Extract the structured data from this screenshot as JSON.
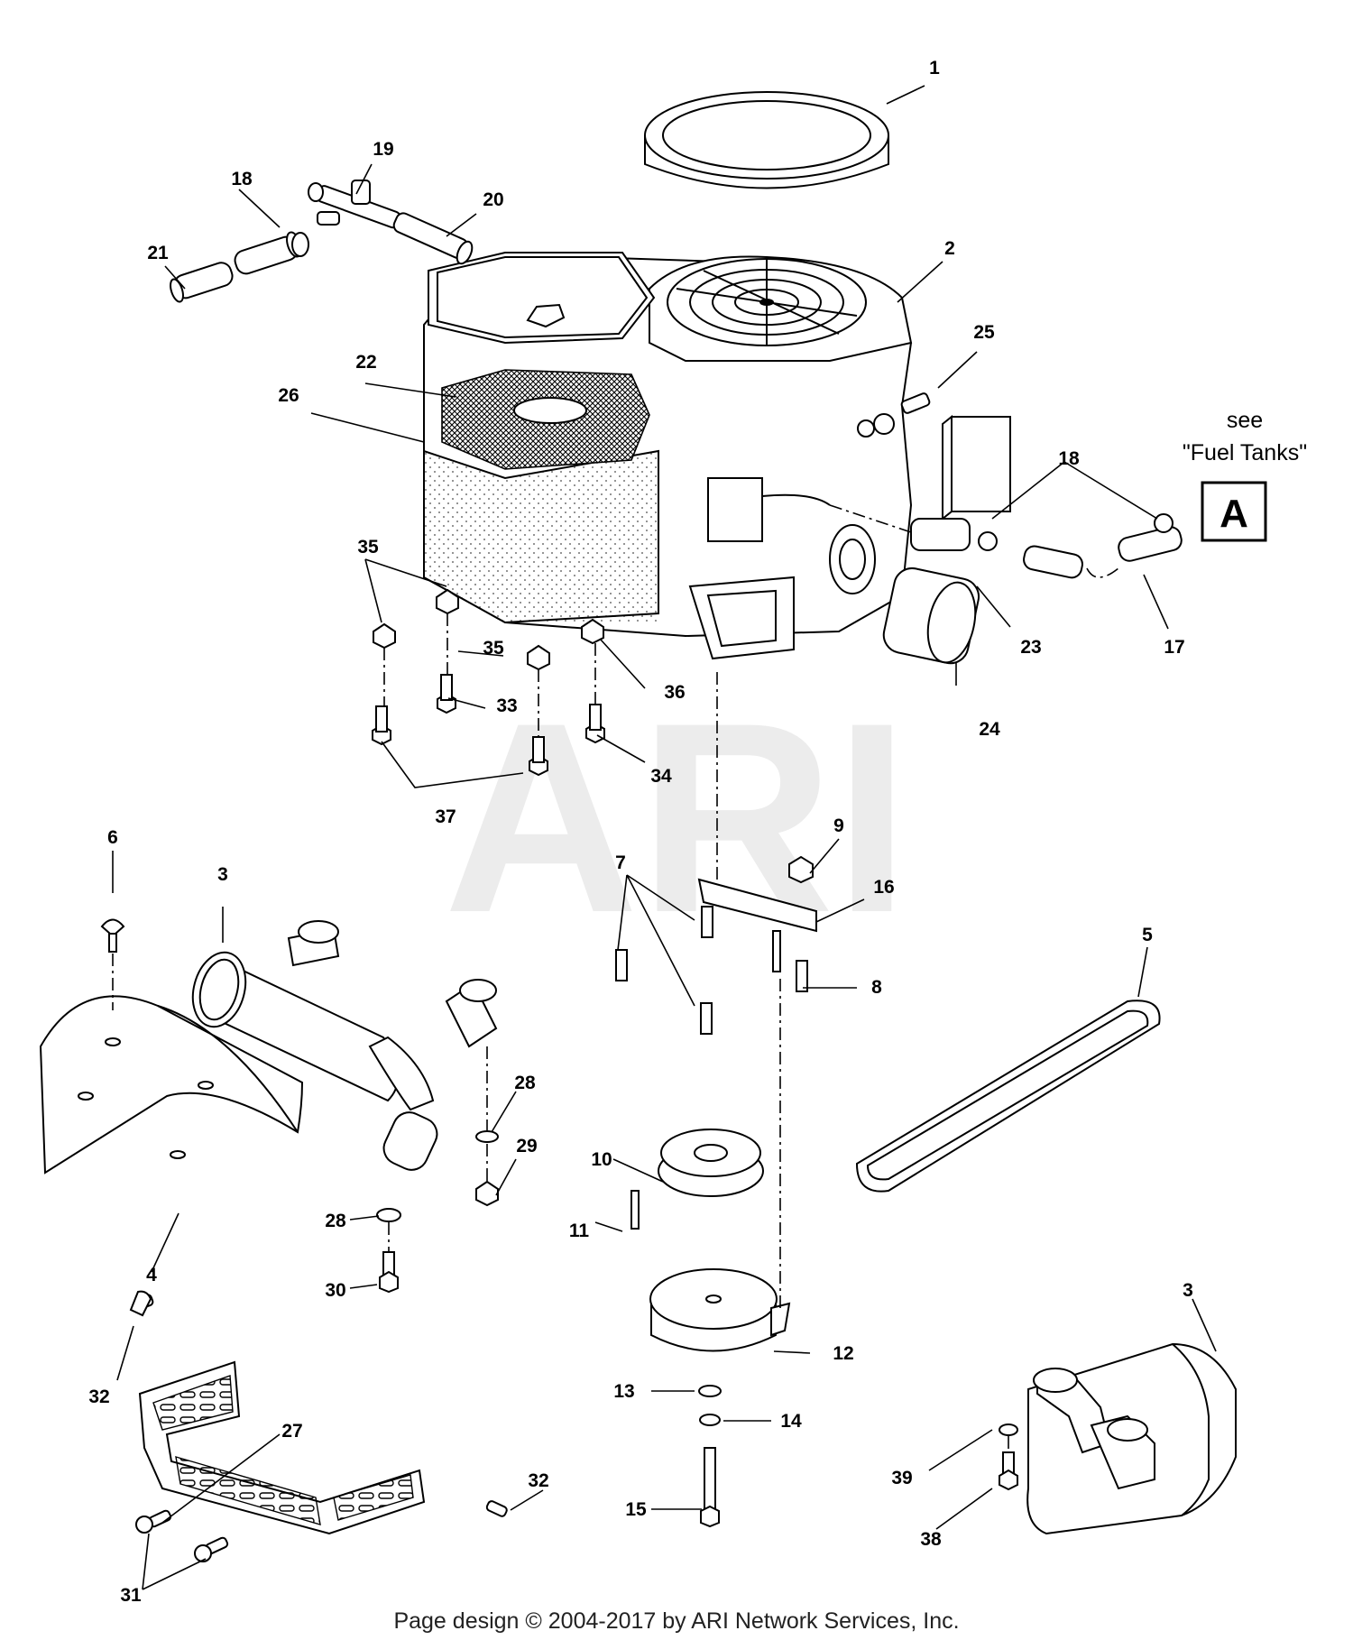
{
  "callouts": [
    "1",
    "2",
    "3",
    "3",
    "4",
    "5",
    "6",
    "7",
    "8",
    "9",
    "10",
    "11",
    "12",
    "13",
    "14",
    "15",
    "16",
    "17",
    "18",
    "18",
    "19",
    "20",
    "21",
    "22",
    "23",
    "24",
    "25",
    "26",
    "27",
    "28",
    "28",
    "29",
    "30",
    "31",
    "32",
    "32",
    "33",
    "34",
    "35",
    "35",
    "36",
    "37",
    "38",
    "39"
  ],
  "reference_note": {
    "line1": "see",
    "line2": "\"Fuel Tanks\"",
    "box_letter": "A"
  },
  "watermark": "ARI",
  "footer": "Page design © 2004-2017 by ARI Network Services, Inc."
}
